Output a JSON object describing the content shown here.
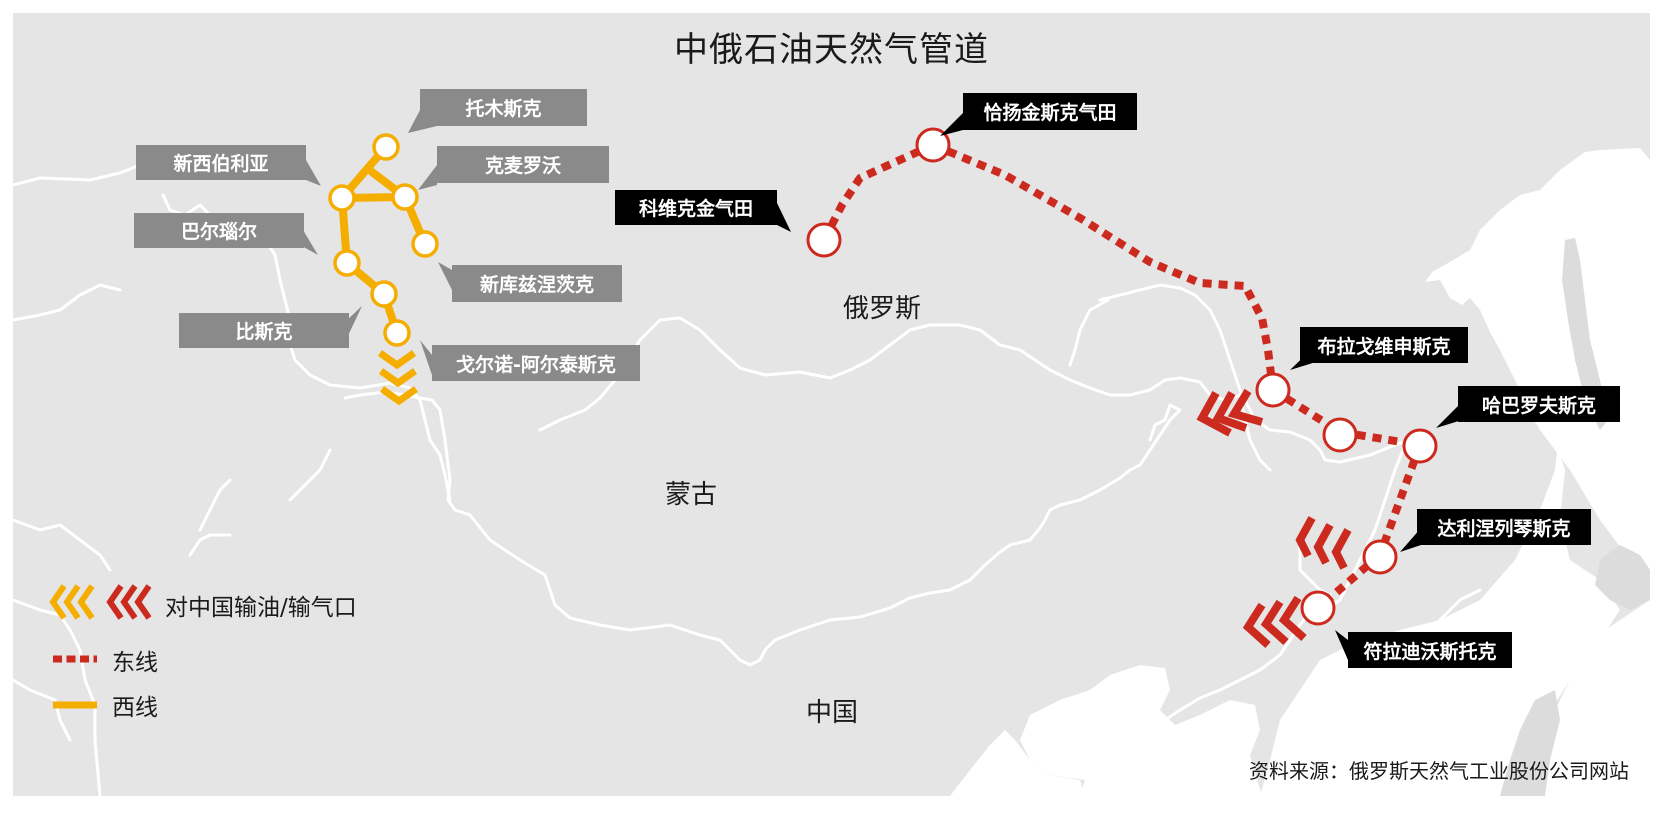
{
  "title": "中俄石油天然气管道",
  "colors": {
    "background": "#e5e5e5",
    "sea": "#ffffff",
    "border": "#ffffff",
    "west_line": "#f5ad00",
    "east_line": "#cc2a1e",
    "grey_label": "#8a8a8a",
    "black_label": "#000000"
  },
  "countries": {
    "russia": "俄罗斯",
    "mongolia": "蒙古",
    "china": "中国"
  },
  "west_line": {
    "name": "西线",
    "stations": [
      {
        "id": "tomsk",
        "label": "托木斯克"
      },
      {
        "id": "novosibirsk",
        "label": "新西伯利亚"
      },
      {
        "id": "kemerovo",
        "label": "克麦罗沃"
      },
      {
        "id": "barnaul",
        "label": "巴尔瑙尔"
      },
      {
        "id": "novokuznetsk",
        "label": "新库兹涅茨克"
      },
      {
        "id": "biysk",
        "label": "比斯克"
      },
      {
        "id": "gorno_altaysk",
        "label": "戈尔诺-阿尔泰斯克"
      }
    ]
  },
  "east_line": {
    "name": "东线",
    "stations": [
      {
        "id": "chayanda",
        "label": "恰扬金斯克气田"
      },
      {
        "id": "kovykta",
        "label": "科维克金气田"
      },
      {
        "id": "blagoveshchensk",
        "label": "布拉戈维申斯克"
      },
      {
        "id": "khabarovsk",
        "label": "哈巴罗夫斯克"
      },
      {
        "id": "dalnerechensk",
        "label": "达利涅列琴斯克"
      },
      {
        "id": "vladivostok",
        "label": "符拉迪沃斯托克"
      }
    ]
  },
  "legend": {
    "export_points": "对中国输油/输气口",
    "east_line": "东线",
    "west_line": "西线"
  },
  "source": "资料来源：俄罗斯天然气工业股份公司网站"
}
